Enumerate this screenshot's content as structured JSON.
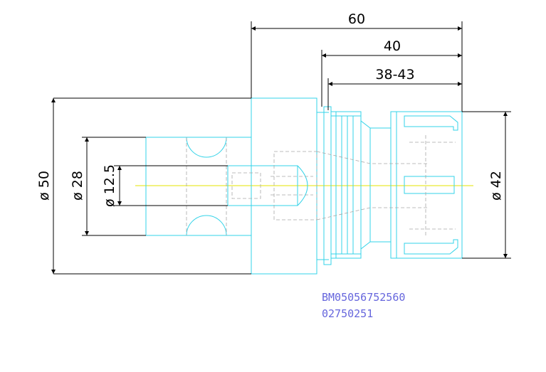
{
  "colors": {
    "part": "#33d3e8",
    "hidden": "#a8a8a8",
    "dimension": "#000000",
    "centerline": "#e6e600",
    "code_text": "#6666dd"
  },
  "dimensions": {
    "length_total": "60",
    "length_body": "40",
    "length_range": "38-43",
    "dia_flange": "ø 50",
    "dia_shank": "ø 28",
    "dia_bore": "ø 12.5",
    "dia_nut": "ø 42"
  },
  "codes": {
    "line1": "BM05056752560",
    "line2": "02750251"
  }
}
